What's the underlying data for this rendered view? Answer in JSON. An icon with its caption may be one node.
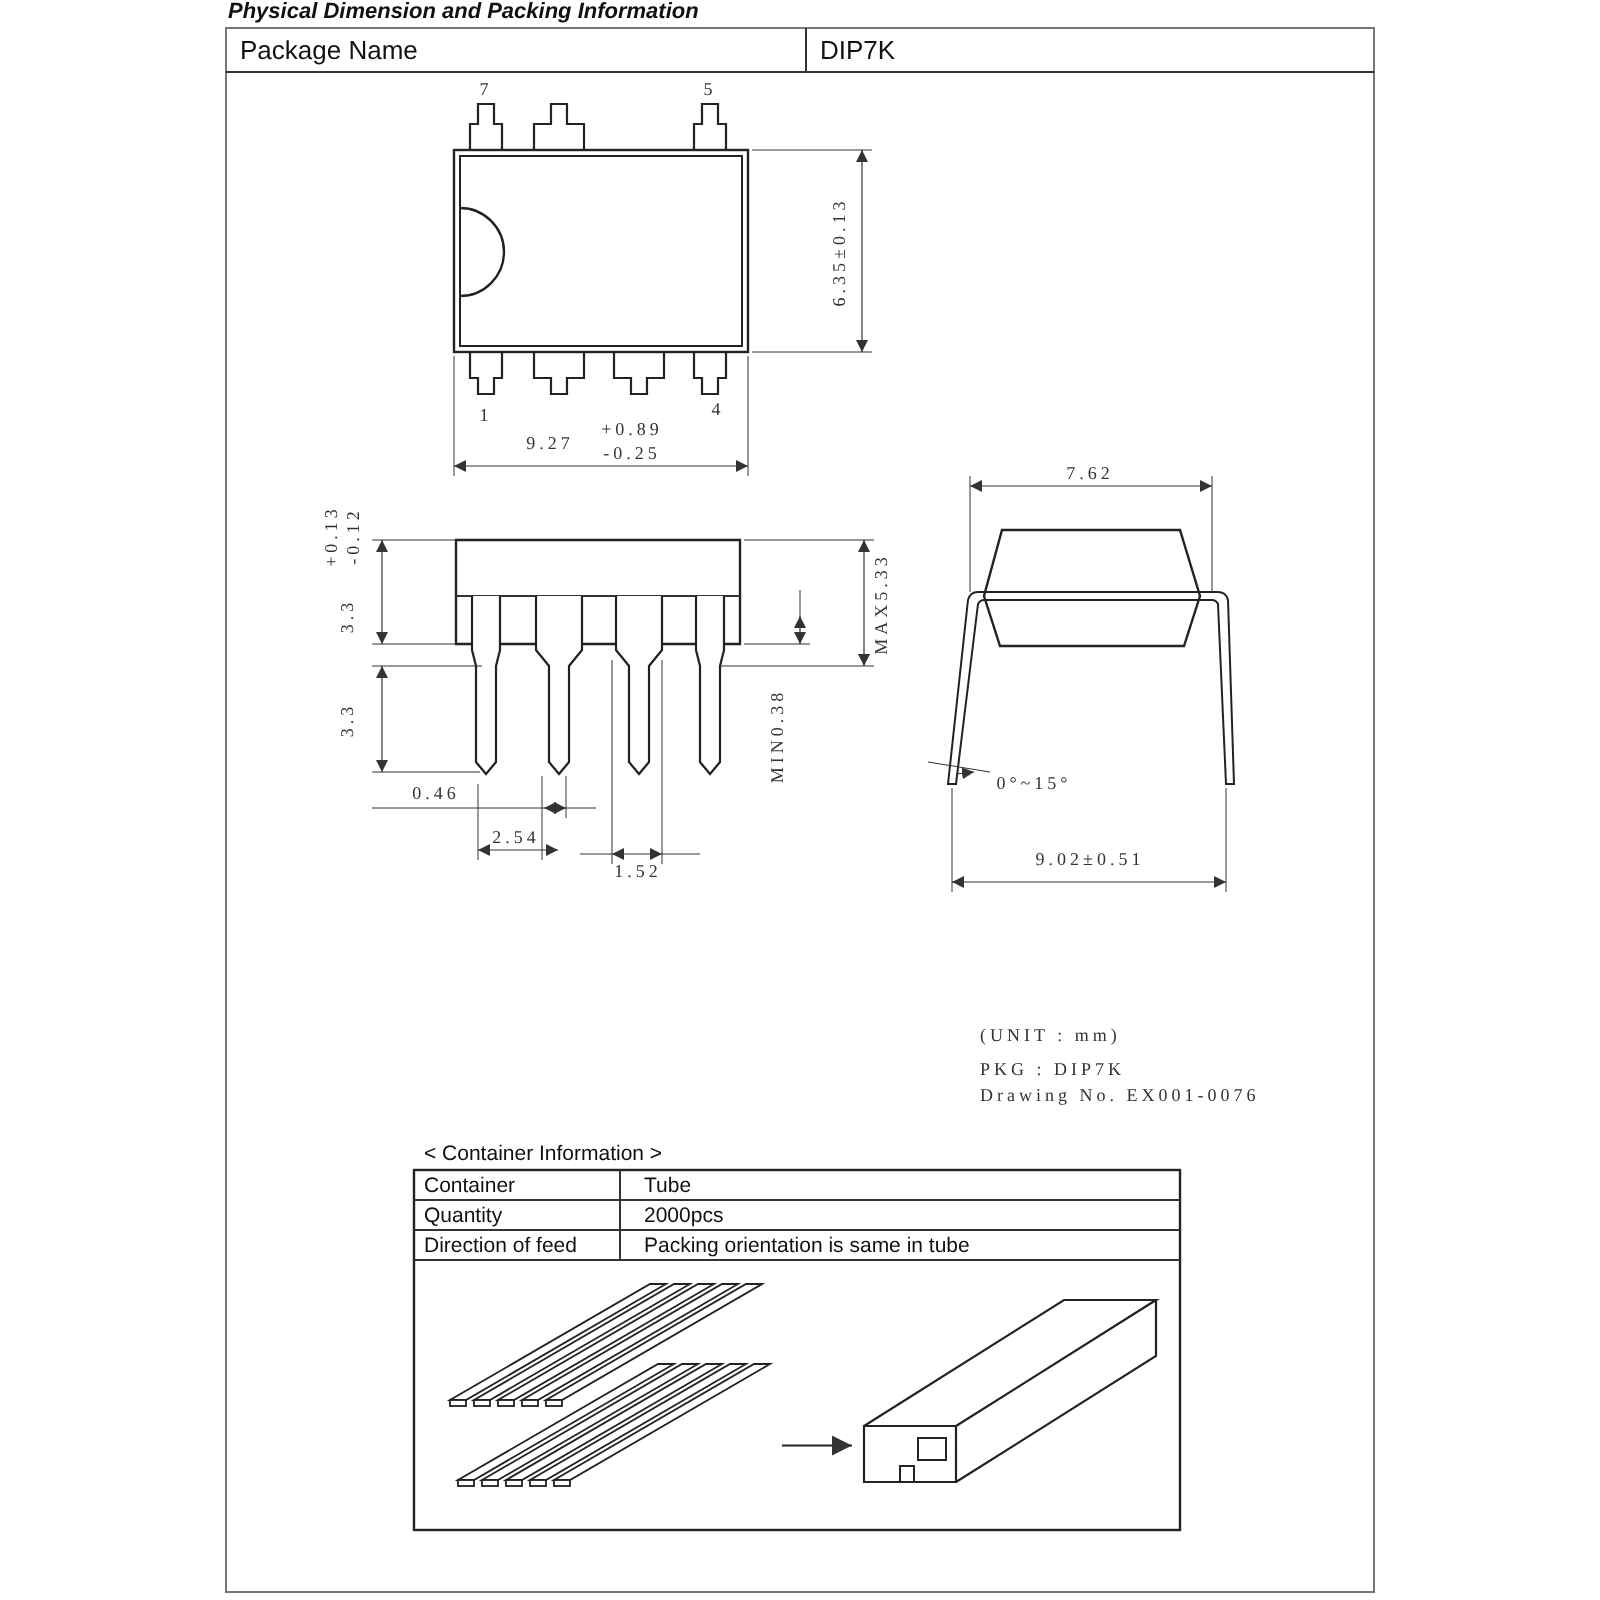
{
  "diagram": {
    "title": "Physical Dimension and Packing Information",
    "nodes": [
      {
        "text": [],
        "shape": "picture"
      },
      {
        "text": [],
        "shape": "picture"
      }
    ],
    "edges": [
      {
        "from": 0,
        "to": 1,
        "arrow": "to"
      }
    ],
    "labels": [
      "Package Name",
      "DIP7K",
      "7",
      "5",
      "1",
      "4",
      "6.35±0.13",
      "9.27",
      "+0.89",
      "-0.25",
      "7.62",
      "+0.13",
      "-0.12",
      "3.3",
      "MAX5.33",
      "3.3",
      "MIN0.38",
      "0.46",
      "2.54",
      "1.52",
      "0°~15°",
      "9.02±0.51",
      "(UNIT : mm)",
      "PKG : DIP7K",
      "Drawing No. EX001-0076",
      "< Container Information >",
      "Container",
      "Tube",
      "Quantity",
      "2000pcs",
      "Direction of feed",
      "Packing orientation is same in tube"
    ]
  }
}
